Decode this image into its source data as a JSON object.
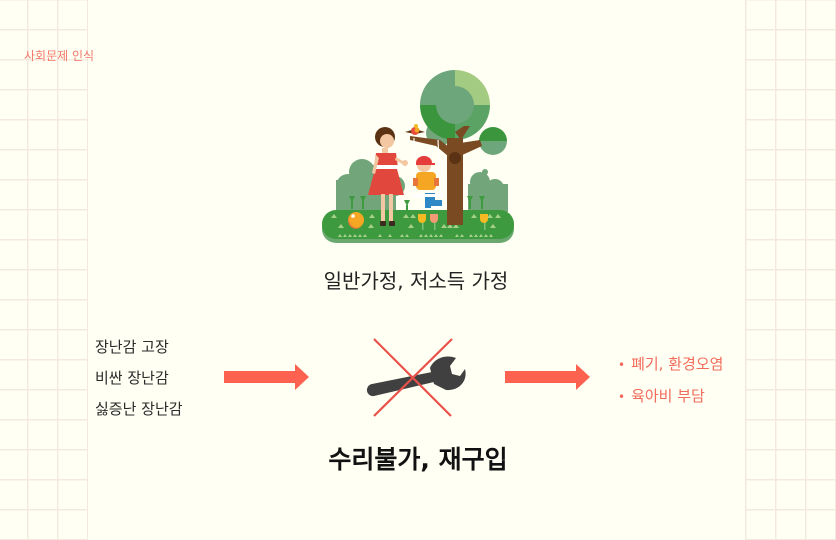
{
  "section": {
    "label": "사회문제 인식"
  },
  "illustration": {
    "icon": "family-park-illustration",
    "caption": "일반가정, 저소득 가정"
  },
  "causes": {
    "items": [
      {
        "label": "장난감 고장"
      },
      {
        "label": "비싼 장난감"
      },
      {
        "label": "싫증난 장난감"
      }
    ]
  },
  "center": {
    "icon": "broken-wrench-icon",
    "caption": "수리불가, 재구입"
  },
  "effects": {
    "bullet": "•",
    "items": [
      {
        "label": "폐기, 환경오염"
      },
      {
        "label": "육아비 부담"
      }
    ]
  },
  "colors": {
    "background": "#fffff3",
    "grid": "#f4e9df",
    "accent": "#fc624f",
    "effect_text": "#f26b5b",
    "label_text": "#f2786a",
    "wrench": "#404040",
    "cross": "#e8524a"
  }
}
